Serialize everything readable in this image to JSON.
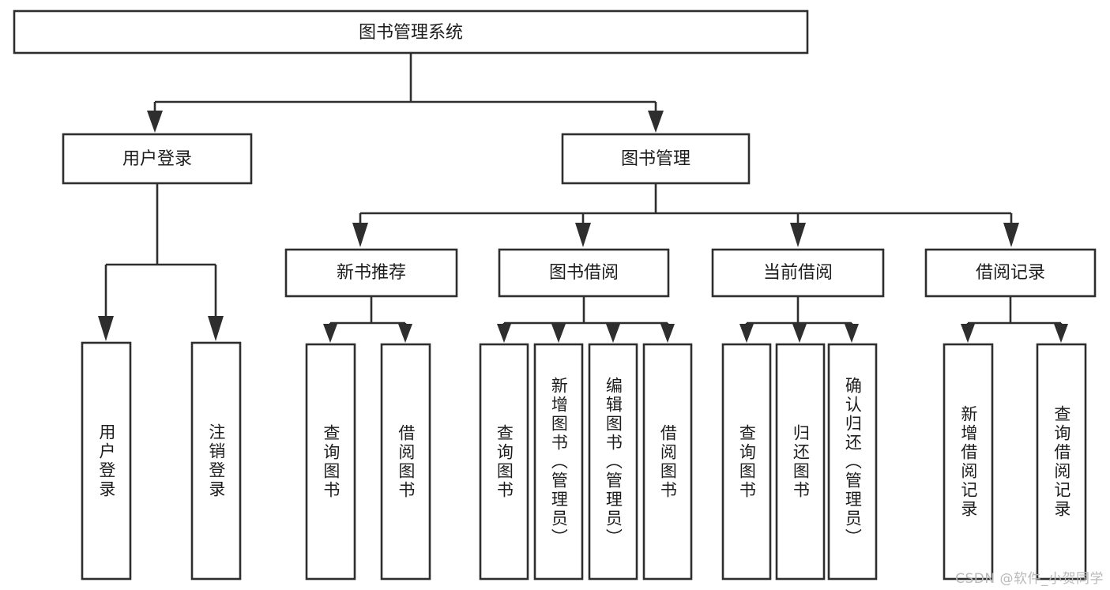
{
  "diagram": {
    "type": "tree-hierarchy",
    "title": "图书管理系统",
    "watermark": "CSDN @软件_小贺同学",
    "colors": {
      "stroke": "#2e2e2e",
      "fill": "#ffffff",
      "text": "#1d1d1d",
      "watermark": "#b9b9b9",
      "background": "#ffffff"
    },
    "levels": {
      "level1": {
        "label": "图书管理系统"
      },
      "level2": [
        {
          "label": "用户登录"
        },
        {
          "label": "图书管理"
        }
      ],
      "level3": [
        {
          "label": "新书推荐"
        },
        {
          "label": "图书借阅"
        },
        {
          "label": "当前借阅"
        },
        {
          "label": "借阅记录"
        }
      ]
    },
    "leaves": {
      "user_login": [
        {
          "label": "用户登录"
        },
        {
          "label": "注销登录"
        }
      ],
      "new_book_recommend": [
        {
          "label": "查询图书"
        },
        {
          "label": "借阅图书"
        }
      ],
      "book_borrow": [
        {
          "label": "查询图书"
        },
        {
          "label": "新增图书（管理员）"
        },
        {
          "label": "编辑图书（管理员）"
        },
        {
          "label": "借阅图书"
        }
      ],
      "current_borrow": [
        {
          "label": "查询图书"
        },
        {
          "label": "归还图书"
        },
        {
          "label": "确认归还（管理员）"
        }
      ],
      "borrow_record": [
        {
          "label": "新增借阅记录"
        },
        {
          "label": "查询借阅记录"
        }
      ]
    }
  }
}
